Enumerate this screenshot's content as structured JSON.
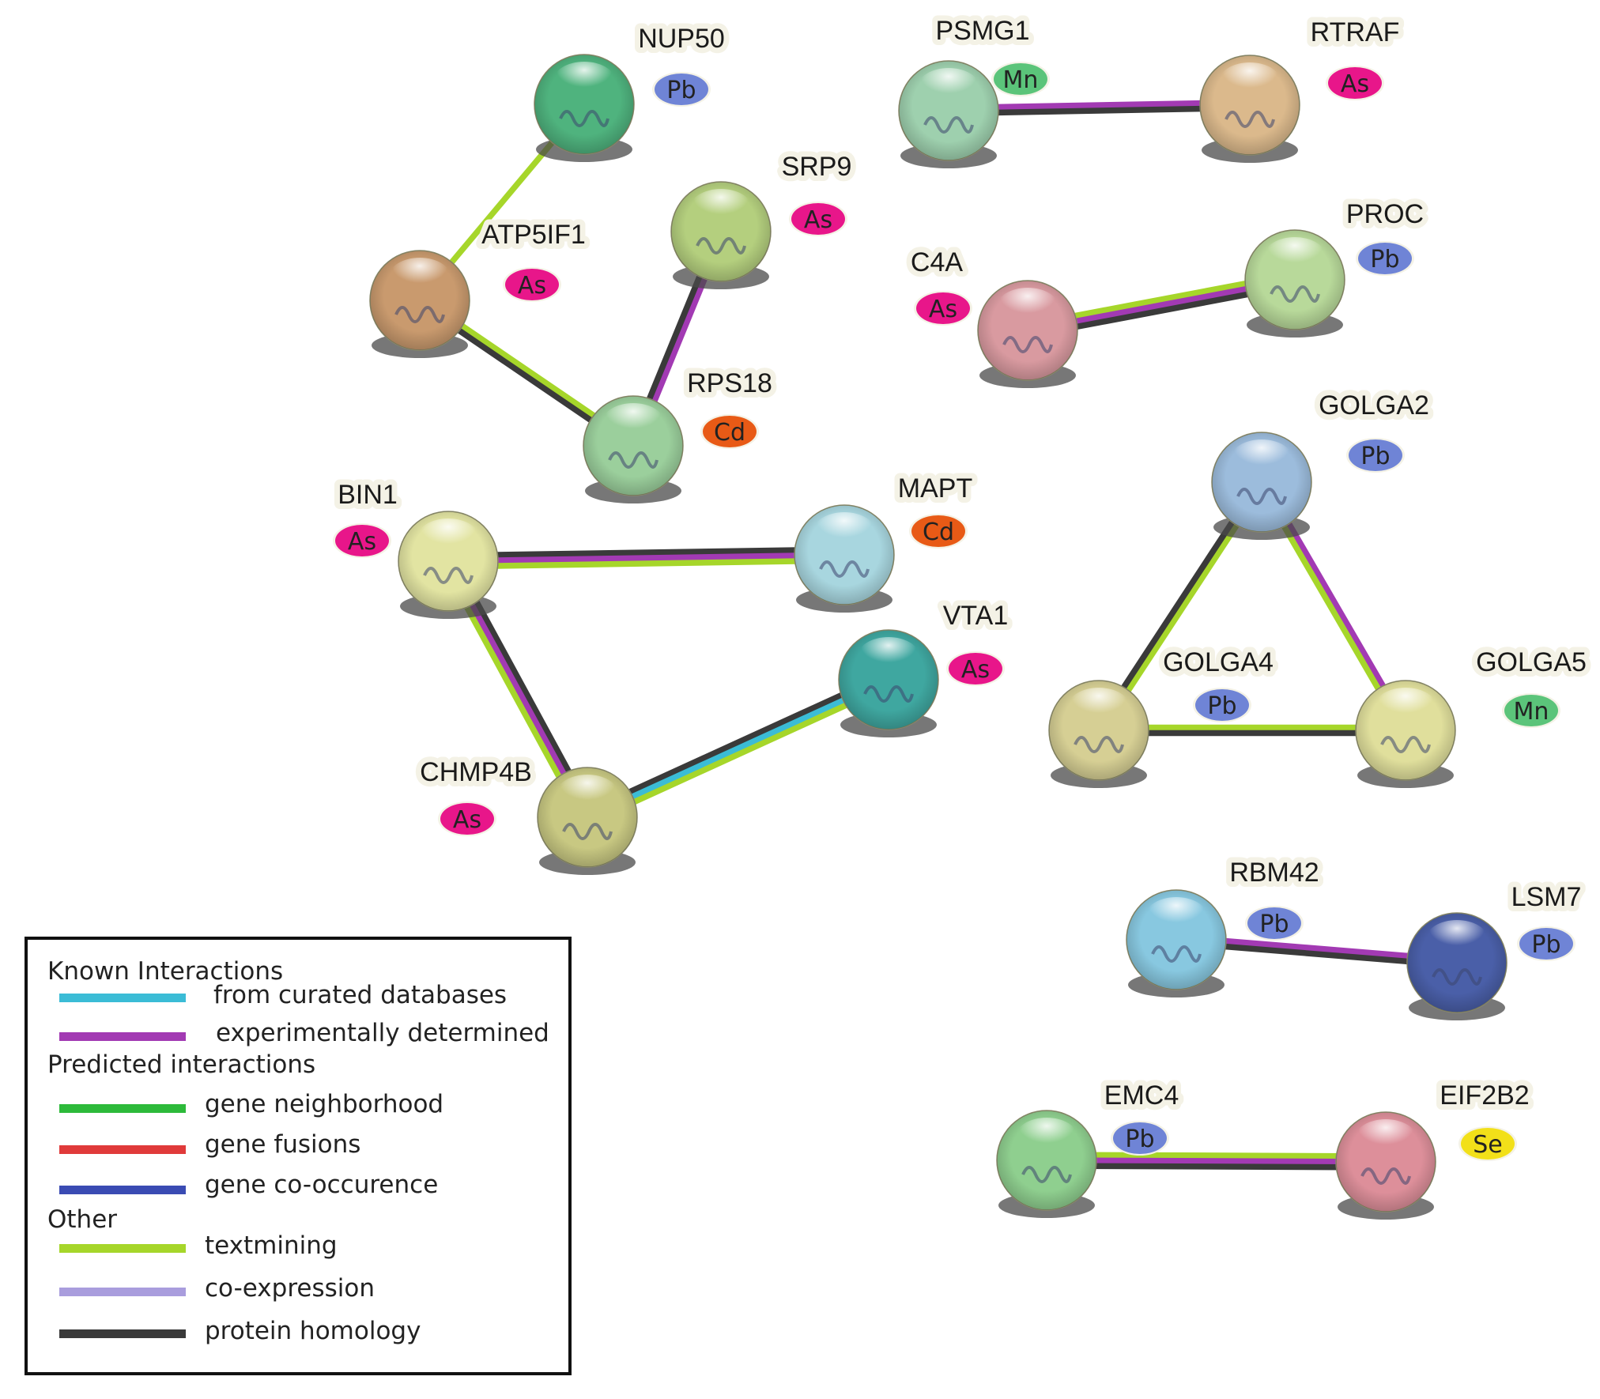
{
  "colors": {
    "curated": "#3bbcd6",
    "experimental": "#a23ab3",
    "neighborhood": "#2dba3a",
    "fusion": "#e03a3a",
    "cooccurrence": "#3a4bb3",
    "textmining": "#a6d62a",
    "coexpression": "#a99ddd",
    "homology": "#3a3a3a",
    "badges": {
      "Pb": "#6f84d6",
      "As": "#e8168a",
      "Cd": "#e85a16",
      "Mn": "#5bc47a",
      "Se": "#f2e019"
    }
  },
  "nodes": [
    {
      "id": "NUP50",
      "label": "NUP50",
      "metal": "Pb",
      "color": "#4fb37e"
    },
    {
      "id": "ATP5IF1",
      "label": "ATP5IF1",
      "metal": "As",
      "color": "#c99a6e"
    },
    {
      "id": "SRP9",
      "label": "SRP9",
      "metal": "As",
      "color": "#b4cf7e"
    },
    {
      "id": "RPS18",
      "label": "RPS18",
      "metal": "Cd",
      "color": "#9bcf9c"
    },
    {
      "id": "PSMG1",
      "label": "PSMG1",
      "metal": "Mn",
      "color": "#9ed0ae"
    },
    {
      "id": "RTRAF",
      "label": "RTRAF",
      "metal": "As",
      "color": "#dbb98c"
    },
    {
      "id": "C4A",
      "label": "C4A",
      "metal": "As",
      "color": "#d99aa0"
    },
    {
      "id": "PROC",
      "label": "PROC",
      "metal": "Pb",
      "color": "#b8d99a"
    },
    {
      "id": "GOLGA2",
      "label": "GOLGA2",
      "metal": "Pb",
      "color": "#9cbcdc"
    },
    {
      "id": "GOLGA4",
      "label": "GOLGA4",
      "metal": "Pb",
      "color": "#d6cf94"
    },
    {
      "id": "GOLGA5",
      "label": "GOLGA5",
      "metal": "Mn",
      "color": "#e0df9c"
    },
    {
      "id": "BIN1",
      "label": "BIN1",
      "metal": "As",
      "color": "#e2e4a2"
    },
    {
      "id": "MAPT",
      "label": "MAPT",
      "metal": "Cd",
      "color": "#a8d6df"
    },
    {
      "id": "VTA1",
      "label": "VTA1",
      "metal": "As",
      "color": "#3fa7a0"
    },
    {
      "id": "CHMP4B",
      "label": "CHMP4B",
      "metal": "As",
      "color": "#c8c882"
    },
    {
      "id": "RBM42",
      "label": "RBM42",
      "metal": "Pb",
      "color": "#88c8e0"
    },
    {
      "id": "LSM7",
      "label": "LSM7",
      "metal": "Pb",
      "color": "#4a5fa8"
    },
    {
      "id": "EMC4",
      "label": "EMC4",
      "metal": "Pb",
      "color": "#8fcf8f"
    },
    {
      "id": "EIF2B2",
      "label": "EIF2B2",
      "metal": "Se",
      "color": "#dd8f9a"
    }
  ],
  "edges": [
    {
      "a": "NUP50",
      "b": "ATP5IF1",
      "types": [
        "textmining"
      ]
    },
    {
      "a": "ATP5IF1",
      "b": "RPS18",
      "types": [
        "textmining",
        "homology"
      ]
    },
    {
      "a": "SRP9",
      "b": "RPS18",
      "types": [
        "experimental",
        "homology"
      ]
    },
    {
      "a": "PSMG1",
      "b": "RTRAF",
      "types": [
        "experimental",
        "homology"
      ]
    },
    {
      "a": "C4A",
      "b": "PROC",
      "types": [
        "textmining",
        "experimental",
        "homology"
      ]
    },
    {
      "a": "GOLGA2",
      "b": "GOLGA4",
      "types": [
        "textmining",
        "homology"
      ]
    },
    {
      "a": "GOLGA2",
      "b": "GOLGA5",
      "types": [
        "experimental",
        "textmining"
      ]
    },
    {
      "a": "GOLGA4",
      "b": "GOLGA5",
      "types": [
        "textmining",
        "homology"
      ]
    },
    {
      "a": "BIN1",
      "b": "MAPT",
      "types": [
        "homology",
        "experimental",
        "textmining"
      ]
    },
    {
      "a": "BIN1",
      "b": "CHMP4B",
      "types": [
        "homology",
        "experimental",
        "textmining"
      ]
    },
    {
      "a": "CHMP4B",
      "b": "VTA1",
      "types": [
        "homology",
        "curated",
        "textmining"
      ]
    },
    {
      "a": "RBM42",
      "b": "LSM7",
      "types": [
        "experimental",
        "homology"
      ]
    },
    {
      "a": "EMC4",
      "b": "EIF2B2",
      "types": [
        "textmining",
        "experimental",
        "homology"
      ]
    }
  ],
  "legend": {
    "known_heading": "Known Interactions",
    "predicted_heading": "Predicted interactions",
    "other_heading": "Other",
    "items": [
      {
        "key": "curated",
        "label": "from curated databases"
      },
      {
        "key": "experimental",
        "label": "experimentally determined"
      },
      {
        "key": "neighborhood",
        "label": "gene neighborhood"
      },
      {
        "key": "fusion",
        "label": "gene fusions"
      },
      {
        "key": "cooccurrence",
        "label": "gene co-occurence"
      },
      {
        "key": "textmining",
        "label": "textmining"
      },
      {
        "key": "coexpression",
        "label": "co-expression"
      },
      {
        "key": "homology",
        "label": "protein homology"
      }
    ]
  }
}
